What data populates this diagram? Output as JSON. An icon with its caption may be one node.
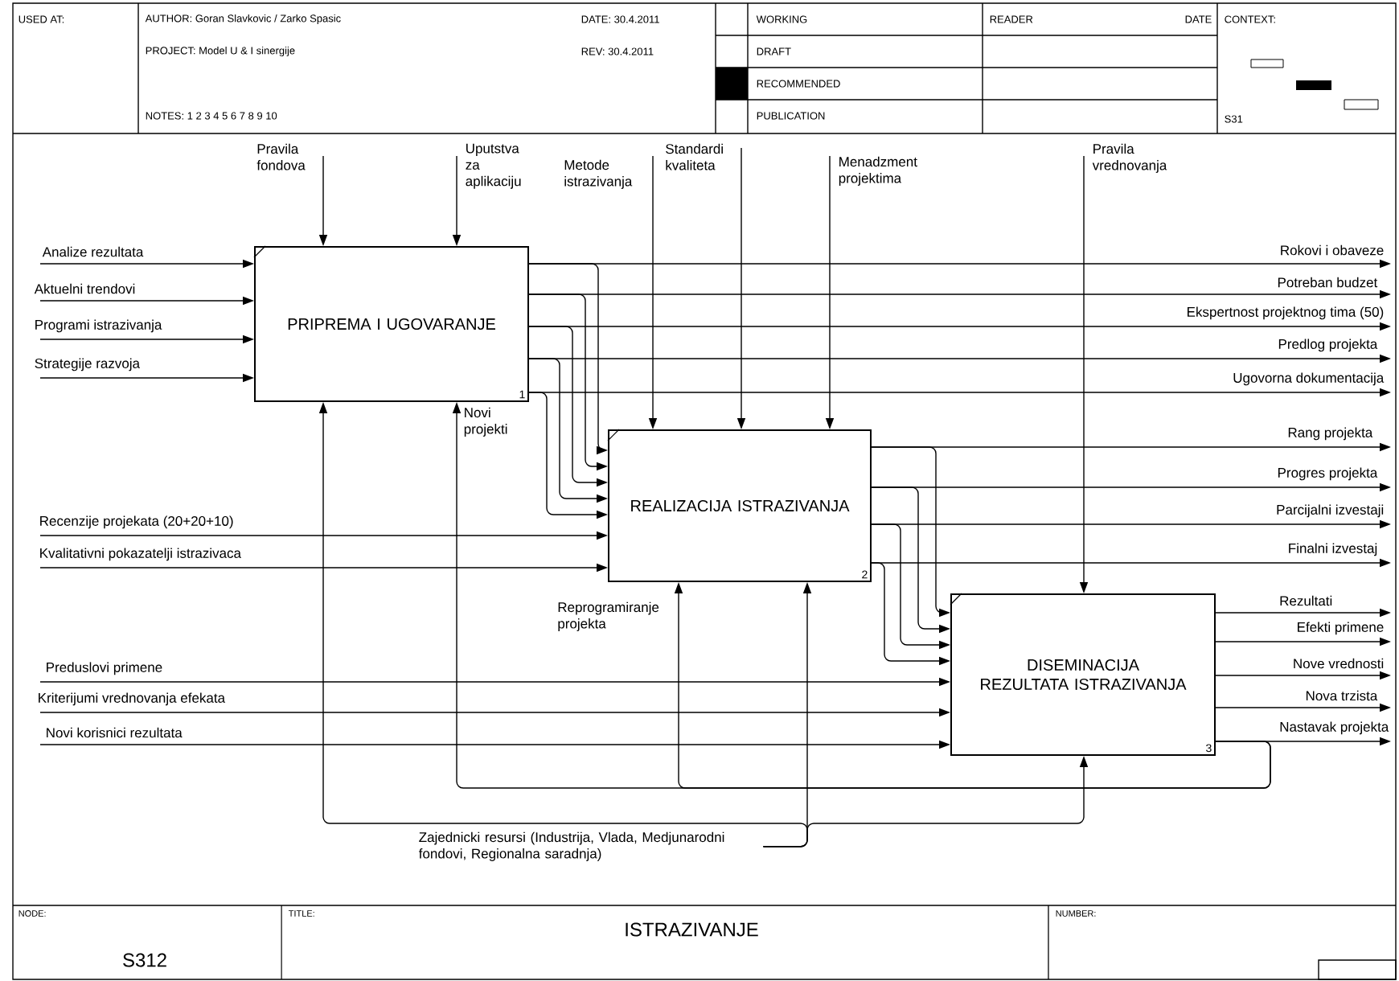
{
  "diagram": {
    "nodes": [
      {
        "text": [
          "PRIPREMA I UGOVARANJE",
          "1"
        ]
      },
      {
        "text": [
          "REALIZACIJA ISTRAZIVANJA",
          "2"
        ]
      },
      {
        "text": [
          "DISEMINACIJA REZULTATA ISTRAZIVANJA",
          "3"
        ]
      },
      {
        "text": [
          "Zajednicki resursi (Industrija, Vlada, Medjunarodni fondovi, Regionalna saradnja)"
        ]
      }
    ],
    "edges": [
      {
        "from": null,
        "to": 0,
        "arrow": "to",
        "label": "Analize rezultata"
      },
      {
        "from": null,
        "to": 0,
        "arrow": "to",
        "label": "Aktuelni trendovi"
      },
      {
        "from": null,
        "to": 0,
        "arrow": "to",
        "label": "Programi istrazivanja"
      },
      {
        "from": null,
        "to": 0,
        "arrow": "to",
        "label": "Strategije razvoja"
      },
      {
        "from": null,
        "to": 0,
        "arrow": "to",
        "label": "Pravila fondova"
      },
      {
        "from": null,
        "to": 0,
        "arrow": "to",
        "label": "Uputstva za aplikaciju"
      },
      {
        "from": null,
        "to": 1,
        "arrow": "to",
        "label": "Metode istrazivanja"
      },
      {
        "from": null,
        "to": 1,
        "arrow": "to",
        "label": "Standardi kvaliteta"
      },
      {
        "from": null,
        "to": 1,
        "arrow": "to",
        "label": "Menadzment projektima"
      },
      {
        "from": null,
        "to": 2,
        "arrow": "to",
        "label": "Pravila vrednovanja"
      },
      {
        "from": 0,
        "to": null,
        "arrow": "to",
        "label": "Rokovi i obaveze"
      },
      {
        "from": 0,
        "to": null,
        "arrow": "to",
        "label": "Potreban budzet"
      },
      {
        "from": 0,
        "to": null,
        "arrow": "to",
        "label": "Ekspertnost projektnog tima (50)"
      },
      {
        "from": 0,
        "to": null,
        "arrow": "to",
        "label": "Predlog projekta"
      },
      {
        "from": 0,
        "to": null,
        "arrow": "to",
        "label": "Ugovorna dokumentacija"
      },
      {
        "from": 0,
        "to": 1,
        "arrow": "to"
      },
      {
        "from": 0,
        "to": 1,
        "arrow": "to"
      },
      {
        "from": 0,
        "to": 1,
        "arrow": "to"
      },
      {
        "from": 0,
        "to": 1,
        "arrow": "to"
      },
      {
        "from": 0,
        "to": 1,
        "arrow": "to"
      },
      {
        "from": null,
        "to": 1,
        "arrow": "to",
        "label": "Recenzije projekata (20+20+10)"
      },
      {
        "from": null,
        "to": 1,
        "arrow": "to",
        "label": "Kvalitativni pokazatelji istrazivaca"
      },
      {
        "from": 1,
        "to": null,
        "arrow": "to",
        "label": "Rang projekta"
      },
      {
        "from": 1,
        "to": null,
        "arrow": "to",
        "label": "Progres projekta"
      },
      {
        "from": 1,
        "to": null,
        "arrow": "to",
        "label": "Parcijalni izvestaji"
      },
      {
        "from": 1,
        "to": null,
        "arrow": "to",
        "label": "Finalni izvestaj"
      },
      {
        "from": 1,
        "to": 2,
        "arrow": "to"
      },
      {
        "from": 1,
        "to": 2,
        "arrow": "to"
      },
      {
        "from": 1,
        "to": 2,
        "arrow": "to"
      },
      {
        "from": 1,
        "to": 2,
        "arrow": "to"
      },
      {
        "from": null,
        "to": 2,
        "arrow": "to",
        "label": "Preduslovi primene"
      },
      {
        "from": null,
        "to": 2,
        "arrow": "to",
        "label": "Kriterijumi vrednovanja efekata"
      },
      {
        "from": null,
        "to": 2,
        "arrow": "to",
        "label": "Novi korisnici rezultata"
      },
      {
        "from": 2,
        "to": null,
        "arrow": "to",
        "label": "Rezultati"
      },
      {
        "from": 2,
        "to": null,
        "arrow": "to",
        "label": "Efekti primene"
      },
      {
        "from": 2,
        "to": null,
        "arrow": "to",
        "label": "Nove vrednosti"
      },
      {
        "from": 2,
        "to": null,
        "arrow": "to",
        "label": "Nova trzista"
      },
      {
        "from": 2,
        "to": null,
        "arrow": "to",
        "label": "Nastavak projekta"
      },
      {
        "from": 2,
        "to": 0,
        "arrow": "to",
        "label": "Novi projekti"
      },
      {
        "from": 2,
        "to": 1,
        "arrow": "to",
        "label": "Reprogramiranje projekta"
      },
      {
        "from": 3,
        "to": 0,
        "arrow": "to"
      },
      {
        "from": 3,
        "to": 1,
        "arrow": "to"
      },
      {
        "from": 3,
        "to": 2,
        "arrow": "to"
      }
    ],
    "labels": [
      "USED AT:",
      "AUTHOR: Goran Slavkovic / Zarko Spasic",
      "DATE: 30.4.2011",
      "WORKING",
      "READER",
      "DATE",
      "CONTEXT:",
      "PROJECT: Model U & I sinergije",
      "REV: 30.4.2011",
      "DRAFT",
      "RECOMMENDED",
      "NOTES: 1 2 3 4 5 6 7 8 9 10",
      "PUBLICATION",
      "S31",
      "NODE:",
      "TITLE:",
      "ISTRAZIVANJE",
      "NUMBER:",
      "S312"
    ]
  }
}
